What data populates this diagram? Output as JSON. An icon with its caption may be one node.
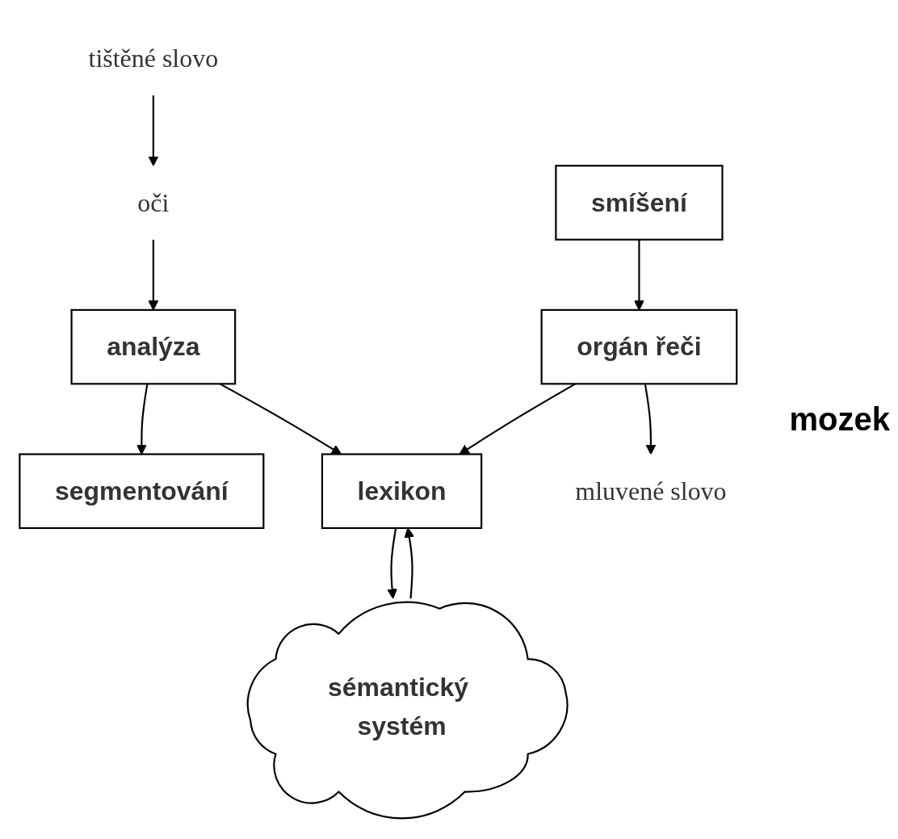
{
  "diagram": {
    "nodes": [
      {
        "text": [
          "tištěné slovo"
        ]
      },
      {
        "text": [
          "oči"
        ]
      },
      {
        "text": [
          "analýza"
        ]
      },
      {
        "text": [
          "segmentování"
        ]
      },
      {
        "text": [
          "smíšení"
        ]
      },
      {
        "text": [
          "orgán řeči"
        ]
      },
      {
        "text": [
          "lexikon"
        ]
      },
      {
        "text": [
          "sémantický systém"
        ]
      },
      {
        "text": [
          "mluvené slovo"
        ]
      }
    ],
    "edges": [
      {
        "from": 0,
        "to": 1,
        "arrow": "to"
      },
      {
        "from": 1,
        "to": 2,
        "arrow": "to"
      },
      {
        "from": 2,
        "to": 3,
        "arrow": "to"
      },
      {
        "from": 2,
        "to": 6,
        "arrow": "to"
      },
      {
        "from": 4,
        "to": 5,
        "arrow": "to"
      },
      {
        "from": 5,
        "to": 6,
        "arrow": "to"
      },
      {
        "from": 6,
        "to": 7,
        "arrow": "to"
      },
      {
        "from": 7,
        "to": 6,
        "arrow": "to"
      },
      {
        "from": 5,
        "to": 8,
        "arrow": "to"
      }
    ],
    "labels": [
      "mozek"
    ]
  }
}
